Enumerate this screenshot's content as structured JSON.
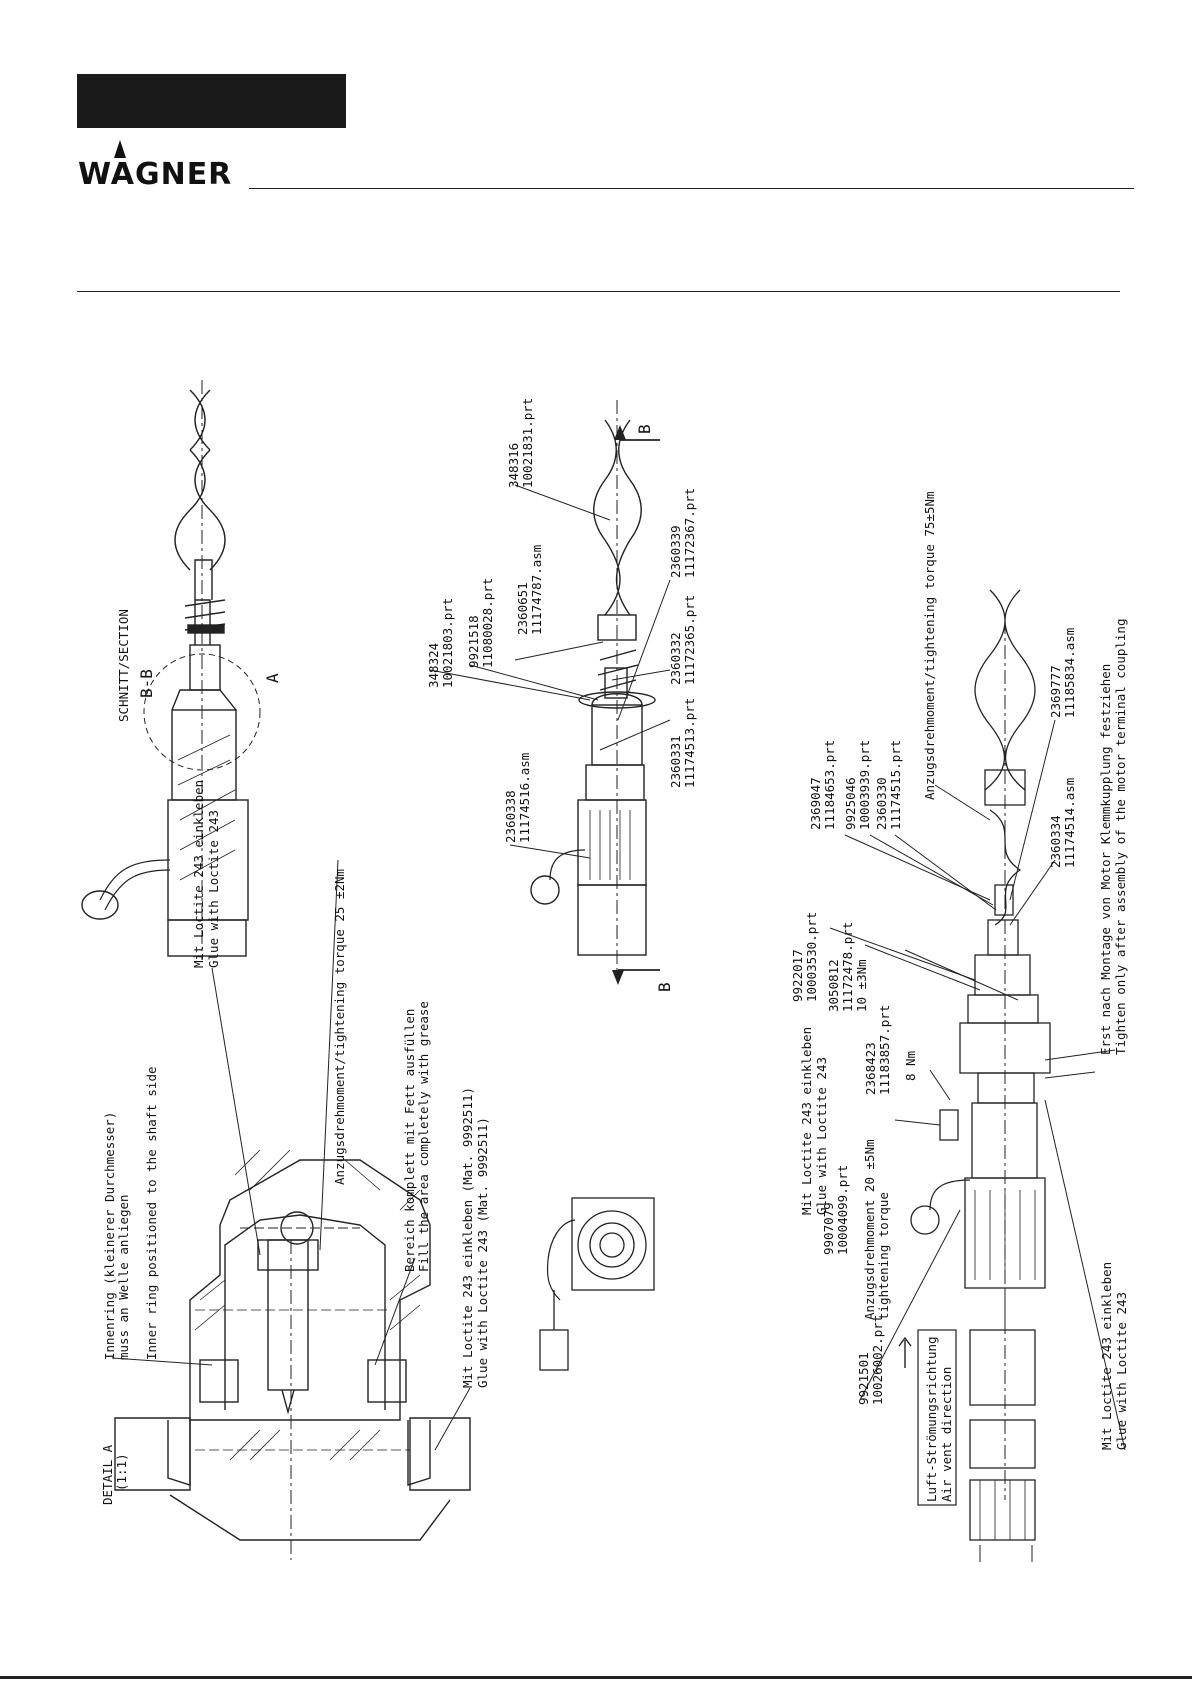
{
  "brand": {
    "name": "WAGNER"
  },
  "detail_a": {
    "title": "DETAIL A",
    "scale": "(1:1)",
    "inner_ring_de_1": "Innenring (kleinerer Durchmesser)",
    "inner_ring_de_2": "muss an Welle anliegen",
    "inner_ring_en": "Inner ring positioned to the shaft side",
    "loctite_de": "Mit Loctite 243 einkleben",
    "loctite_en": "Glue with Loctite 243",
    "torque": "Anzugsdrehmoment/tightening torque 25 ±2Nm",
    "grease_de": "Bereich komplett mit Fett ausfüllen",
    "grease_en": "Fill the area completely with grease",
    "loctite_mat_de": "Mit Loctite 243 einkleben (Mat. 9992511)",
    "loctite_mat_en": "Glue with Loctite 243 (Mat. 9992511)"
  },
  "section_bb": {
    "title_1": "SCHNITT/SECTION",
    "title_2": "B-B",
    "detail_marker": "A"
  },
  "side_view": {
    "section_marker": "B",
    "parts": [
      {
        "num": "348324",
        "file": "10021803.prt"
      },
      {
        "num": "9921518",
        "file": "11080028.prt"
      },
      {
        "num": "2360651",
        "file": "11174787.asm"
      },
      {
        "num": "348316",
        "file": "10021831.prt"
      },
      {
        "num": "2360339",
        "file": "11172367.prt"
      },
      {
        "num": "2360332",
        "file": "11172365.prt"
      },
      {
        "num": "2360331",
        "file": "11174513.prt"
      },
      {
        "num": "2360338",
        "file": "11174516.asm"
      }
    ]
  },
  "exploded_view": {
    "torque_top": "Anzugsdrehmoment/tightening torque 75±5Nm",
    "parts": [
      {
        "num": "2369047",
        "file": "11184653.prt"
      },
      {
        "num": "9925046",
        "file": "10003939.prt"
      },
      {
        "num": "2360330",
        "file": "11174515.prt"
      },
      {
        "num": "2369777",
        "file": "11185834.asm"
      },
      {
        "num": "2360334",
        "file": "11174514.asm"
      },
      {
        "num": "9922017",
        "file": "10003530.prt"
      },
      {
        "num": "3050812",
        "file": "11172478.prt"
      },
      {
        "num": "2368423",
        "file": "11183857.prt"
      },
      {
        "num": "9907079",
        "file": "10004099.prt"
      },
      {
        "num": "9921501",
        "file": "10026002.prt"
      }
    ],
    "torque_10": "10  ±3Nm",
    "torque_8": "8  Nm",
    "torque_20_1": "Anzugsdrehmoment  20  ±5Nm",
    "torque_20_2": "tightening torque",
    "loctite_mid_de": "Mit Loctite 243 einkleben",
    "loctite_mid_en": "Glue with Loctite 243",
    "tighten_de": "Erst nach Montage von Motor Klemmkupplung festziehen",
    "tighten_en": "Tighten only after assembly of the  motor terminal coupling",
    "loctite_bot_de": "Mit Loctite 243 einkleben",
    "loctite_bot_en": "Glue with Loctite 243",
    "air_de": "Luft-Strömungsrichtung",
    "air_en": "Air vent direction"
  }
}
